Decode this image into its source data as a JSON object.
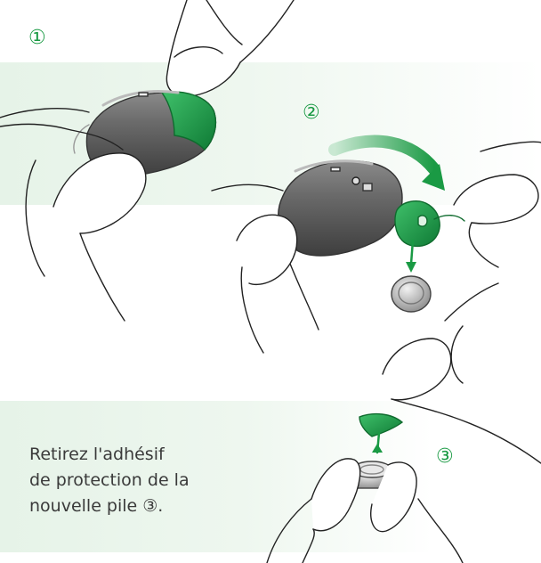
{
  "steps": {
    "one": "①",
    "two": "②",
    "three": "③"
  },
  "instruction": {
    "line1": "Retirez l'adhésif",
    "line2": "de protection de la",
    "line3": "nouvelle pile ③."
  },
  "colors": {
    "accent_green": "#1a9a44",
    "device_gray": "#5b5b5b",
    "band_green": "#e6f3e8"
  },
  "icons": [
    "hearing-aid-icon",
    "battery-icon",
    "adhesive-tab-icon",
    "finger-icon",
    "arrow-icon"
  ]
}
